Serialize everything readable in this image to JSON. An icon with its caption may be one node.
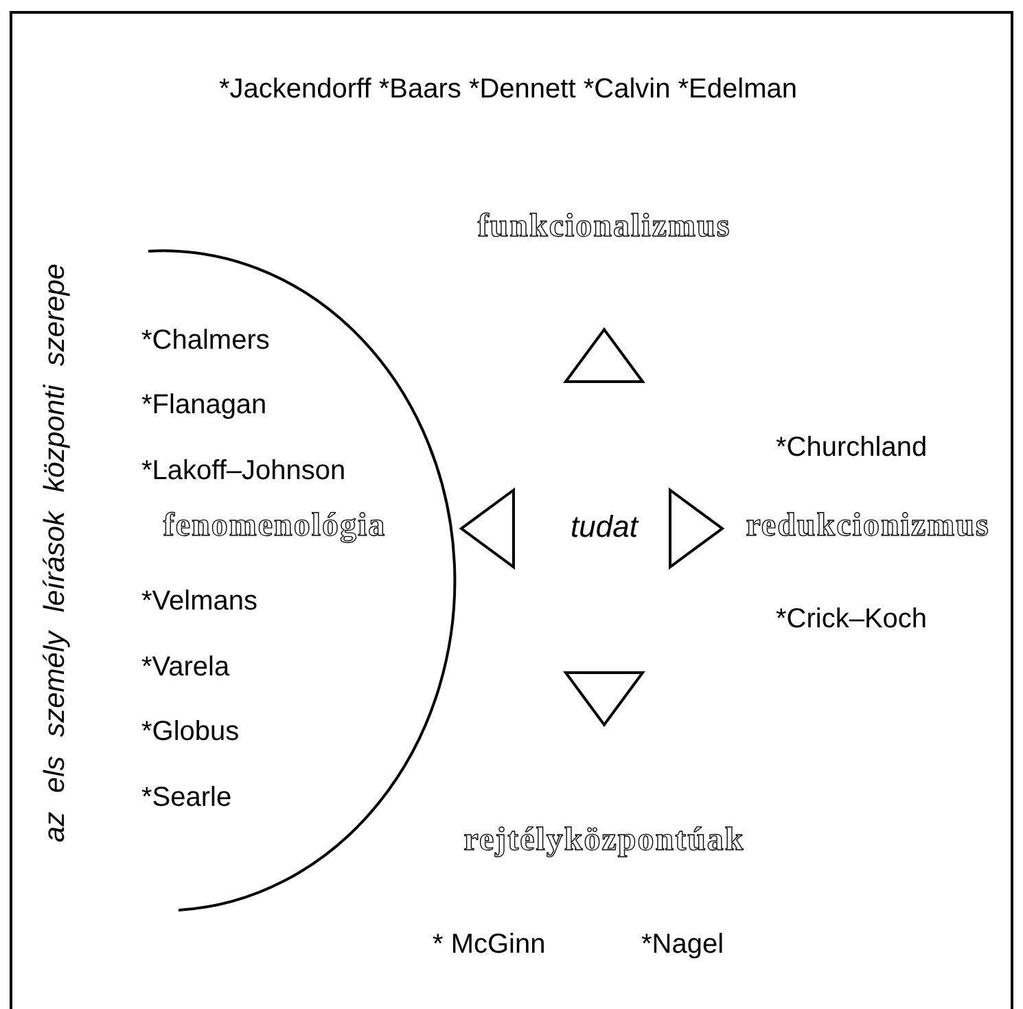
{
  "diagram": {
    "nodes": [
      {
        "text": [
          "tudat"
        ]
      },
      {
        "text": [
          "funkcionalizmus"
        ]
      },
      {
        "text": [
          "redukcionizmus"
        ]
      },
      {
        "text": [
          "rejtélyközpontúak"
        ]
      },
      {
        "text": [
          "fenomenológia"
        ]
      }
    ],
    "labels": [
      "*Jackendorff *Baars *Dennett *Calvin *Edelman",
      "az els személy leírások központi szerepe",
      "*Chalmers",
      "*Flanagan",
      "*Lakoff–Johnson",
      "*Churchland",
      "*Velmans",
      "*Crick–Koch",
      "*Varela",
      "*Globus",
      "*Searle",
      "* McGinn",
      "*Nagel"
    ]
  }
}
